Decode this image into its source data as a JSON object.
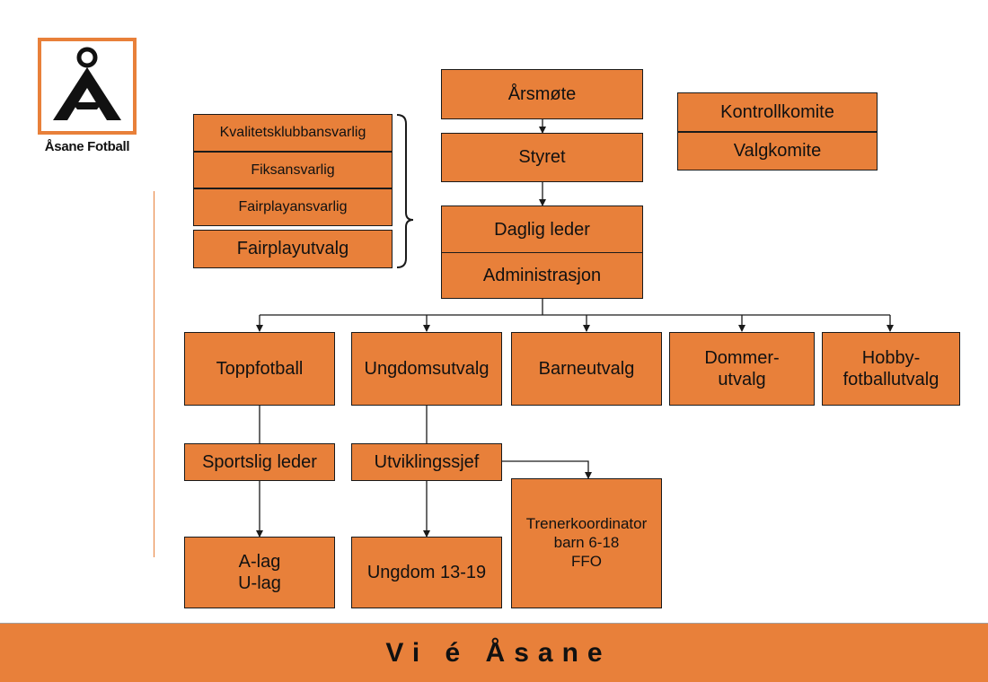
{
  "logo": {
    "name": "Åsane Fotball",
    "icon": "asane-a-emblem-icon",
    "colors": {
      "frame": "#e8803a",
      "background": "#ffffff",
      "mark": "#111111"
    }
  },
  "chart": {
    "root": "Årsmøte",
    "board": "Styret",
    "management": {
      "lead": "Daglig leder",
      "admin": "Administrasjon"
    },
    "committees": [
      "Kontrollkomite",
      "Valgkomite"
    ],
    "roles": [
      "Kvalitetsklubbansvarlig",
      "Fiksansvarlig",
      "Fairplayansvarlig",
      "Fairplayutvalg"
    ],
    "departments": [
      "Toppfotball",
      "Ungdomsutvalg",
      "Barneutvalg",
      "Dommer-\nutvalg",
      "Hobby-\nfotballutvalg"
    ],
    "leaders": [
      "Sportslig leder",
      "Utviklingssjef"
    ],
    "teams": [
      "A-lag\nU-lag",
      "Ungdom 13-19",
      "Trenerkoordinator\nbarn 6-18\nFFO"
    ]
  },
  "footer": {
    "slogan": "Vi é Åsane"
  },
  "colors": {
    "box_fill": "#e8803a",
    "box_border": "#1a1a1a",
    "line": "#1a1a1a",
    "footer_band": "#e8803a"
  }
}
